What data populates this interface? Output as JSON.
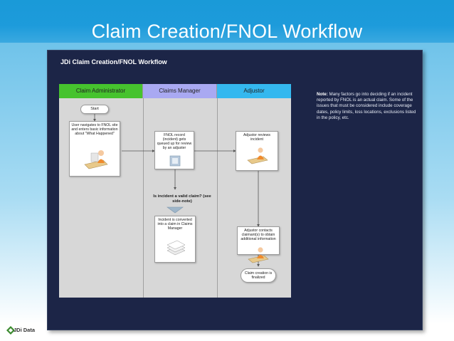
{
  "slide": {
    "title": "Claim Creation/FNOL Workflow"
  },
  "panel": {
    "title": "JDi Claim Creation/FNOL Workflow"
  },
  "lanes": [
    {
      "label": "Claim Administrator",
      "color": "#46c32e"
    },
    {
      "label": "Claims Manager",
      "color": "#a9a9f2"
    },
    {
      "label": "Adjustor",
      "color": "#34b8ef"
    }
  ],
  "nodes": {
    "start": "Start",
    "user_navigates": "User navigates to FNOL site and enters basic information about \"What Happened\"",
    "fnol_record": "FNOL record (incident) gets queued up for review by an adjuster",
    "adjustor_reviews": "Adjustor reviews incident",
    "decision": "Is incident a valid claim? (see side-note)",
    "incident_converted": "Incident is converted into a claim in Claims Manager",
    "adjustor_contacts": "Adjustor contacts claimant(s) to obtain additional information",
    "claim_finalized": "Claim creation is finalized"
  },
  "note": {
    "label": "Note:",
    "text": "Many factors go into deciding if an incident reported by FNOL is an actual claim. Some of the issues that must be considered include coverage dates, policy limits, loss locations, exclusions listed in the policy, etc."
  },
  "logo": {
    "text": "JDi Data",
    "color": "#3a8a2e"
  },
  "colors": {
    "slide_accent": "#1d9bdb",
    "panel_background": "#1c2547"
  }
}
